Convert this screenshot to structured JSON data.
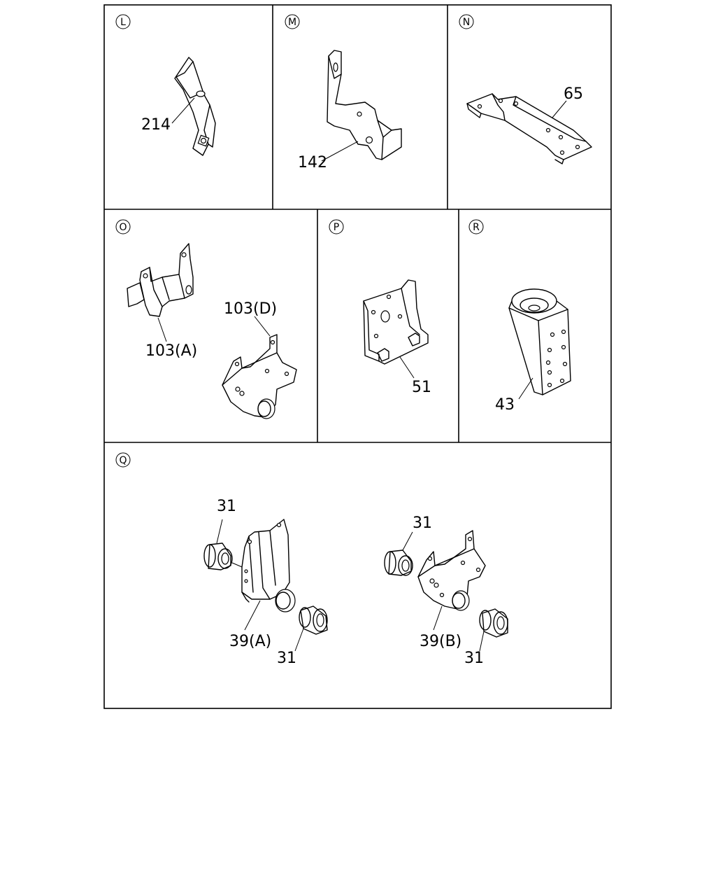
{
  "panels": {
    "L": {
      "letter": "L",
      "parts": [
        "214"
      ]
    },
    "M": {
      "letter": "M",
      "parts": [
        "142"
      ]
    },
    "N": {
      "letter": "N",
      "parts": [
        "65"
      ]
    },
    "O": {
      "letter": "O",
      "parts": [
        "103(A)",
        "103(D)"
      ]
    },
    "P": {
      "letter": "P",
      "parts": [
        "51"
      ]
    },
    "R": {
      "letter": "R",
      "parts": [
        "43"
      ]
    },
    "Q": {
      "letter": "Q",
      "parts": [
        "31",
        "39(A)",
        "31",
        "31",
        "39(B)",
        "31"
      ]
    }
  }
}
